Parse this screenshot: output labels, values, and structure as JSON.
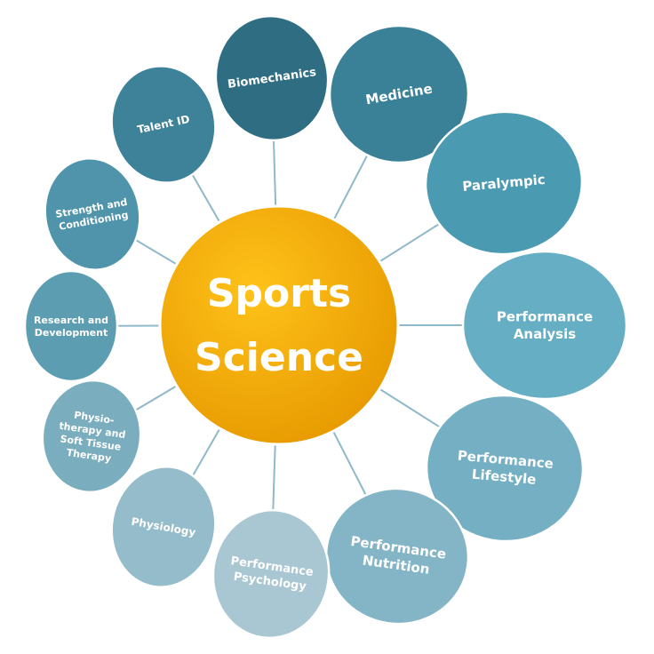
{
  "hub": {
    "label_line1": "Sports",
    "label_line2": "Science",
    "color": "#f0a800"
  },
  "topics": [
    {
      "id": "biomechanics",
      "lines": [
        "Biomechanics"
      ],
      "color": "#2f6e82"
    },
    {
      "id": "medicine",
      "lines": [
        "Medicine"
      ],
      "color": "#3a8198"
    },
    {
      "id": "paralympic",
      "lines": [
        "Paralympic"
      ],
      "color": "#4a9ab2"
    },
    {
      "id": "performance-analysis",
      "lines": [
        "Performance",
        "Analysis"
      ],
      "color": "#66aec4"
    },
    {
      "id": "performance-lifestyle",
      "lines": [
        "Performance",
        "Lifestyle"
      ],
      "color": "#74afc3"
    },
    {
      "id": "performance-nutrition",
      "lines": [
        "Performance",
        "Nutrition"
      ],
      "color": "#83b5c6"
    },
    {
      "id": "performance-psychology",
      "lines": [
        "Performance",
        "Psychology"
      ],
      "color": "#a9c7d3"
    },
    {
      "id": "physiology",
      "lines": [
        "Physiology"
      ],
      "color": "#95bccb"
    },
    {
      "id": "physiotherapy",
      "lines": [
        "Physio-",
        "therapy and",
        "Soft Tissue",
        "Therapy"
      ],
      "color": "#7aaebf"
    },
    {
      "id": "research-and-development",
      "lines": [
        "Research and",
        "Development"
      ],
      "color": "#5d9db2"
    },
    {
      "id": "strength-and-conditioning",
      "lines": [
        "Strength and",
        "Conditioning"
      ],
      "color": "#4f94aa"
    },
    {
      "id": "talent-id",
      "lines": [
        "Talent ID"
      ],
      "color": "#3d8299"
    }
  ]
}
